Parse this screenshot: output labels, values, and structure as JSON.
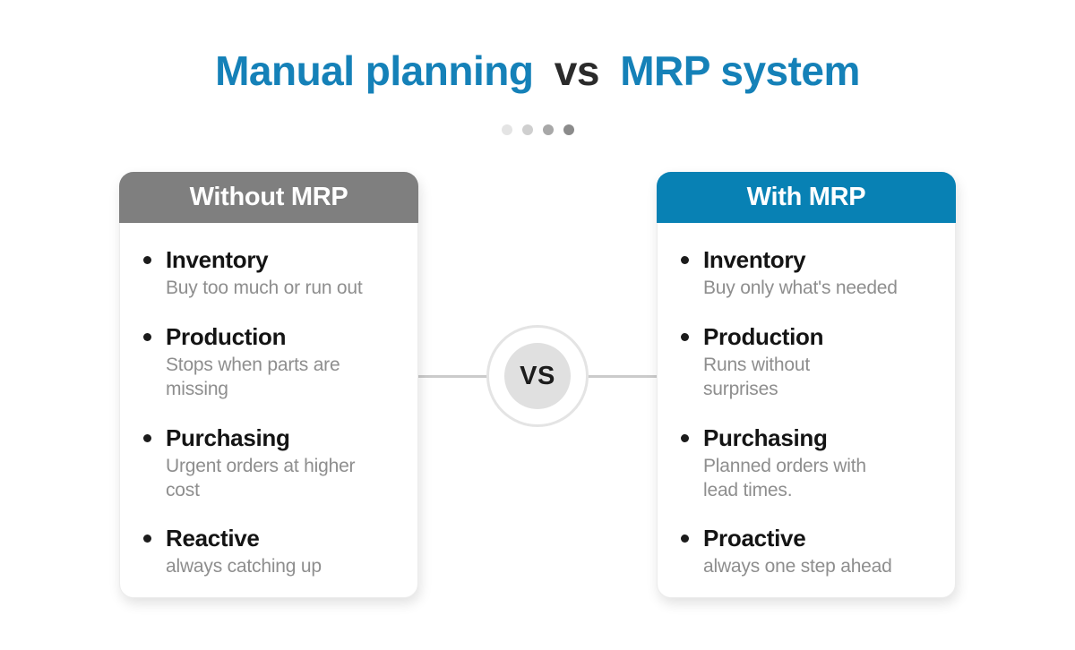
{
  "title": {
    "part1": "Manual planning",
    "separator": "vs",
    "part2": "MRP system"
  },
  "pagination": {
    "dot_count": 4,
    "active_index": 3,
    "dot_colors": [
      "#e4e4e4",
      "#cfcfcf",
      "#a8a8a8",
      "#8b8b8b"
    ]
  },
  "vs_badge": {
    "label": "VS"
  },
  "cards": [
    {
      "header": "Without MRP",
      "header_bg": "#7f7f7f",
      "items": [
        {
          "title": "Inventory",
          "desc": "Buy too much or run out"
        },
        {
          "title": "Production",
          "desc": "Stops when parts are\nmissing"
        },
        {
          "title": "Purchasing",
          "desc": "Urgent orders at higher\ncost"
        },
        {
          "title": "Reactive",
          "desc": "always catching up"
        }
      ]
    },
    {
      "header": "With MRP",
      "header_bg": "#0881b4",
      "items": [
        {
          "title": "Inventory",
          "desc": "Buy only what's needed"
        },
        {
          "title": "Production",
          "desc": "Runs without\nsurprises"
        },
        {
          "title": "Purchasing",
          "desc": "Planned orders with\nlead times."
        },
        {
          "title": "Proactive",
          "desc": "always one step ahead"
        }
      ]
    }
  ],
  "colors": {
    "title_blue": "#1581b8",
    "title_vs": "#2b2b2b",
    "without_header_bg": "#7f7f7f",
    "with_header_bg": "#0881b4",
    "heading_text": "#141414",
    "desc_text": "#8e8e8e",
    "connector_line": "#cbcbcb",
    "vs_inner_bg": "#e0e0e0",
    "vs_ring_border": "#e4e4e4"
  }
}
